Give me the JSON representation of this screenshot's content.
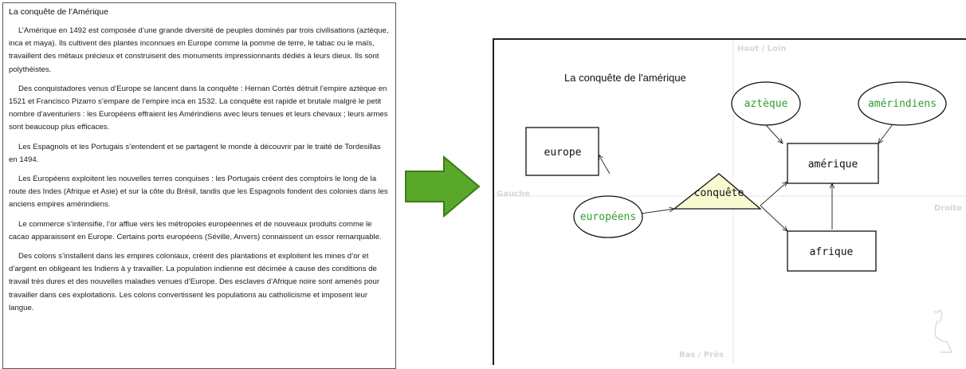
{
  "document": {
    "title": "La conquête de l’Amérique",
    "paragraphs": [
      "L’Amérique en 1492 est composée d’une grande diversité de peuples dominés par trois civilisations (aztèque, inca et maya). Ils cultivent des plantes inconnues en Europe comme la pomme de terre, le tabac ou le maïs, travaillent des métaux précieux et construisent des monuments impressionnants dédiés à leurs dieux. Ils sont polythéistes.",
      "Des conquistadores venus d’Europe se lancent dans la conquête : Hernan Cortès détruit l’empire aztèque en 1521 et Francisco Pizarro s’empare de l’empire inca en 1532. La conquête est rapide et brutale malgré le petit nombre d’aventuriers : les Européens effraient les Amérindiens avec leurs tenues et leurs chevaux ; leurs armes sont beaucoup plus efficaces.",
      "Les Espagnols et les Portugais s’entendent et se partagent le monde à découvrir par le traité de Tordesillas en 1494.",
      "Les Européens exploitent les nouvelles terres conquises : les Portugais créent des comptoirs le long de la route des Indes (Afrique et Asie) et sur la côte du Brésil, tandis que les Espagnols fondent des colonies dans les anciens empires amérindiens.",
      "Le commerce s’intensifie, l’or afflue vers les métropoles européennes et de nouveaux produits comme le cacao apparaissent en Europe. Certains ports européens (Séville, Anvers) connaissent un essor remarquable.",
      "Des colons s’installent dans les empires coloniaux, créent des plantations et exploitent les mines d’or et d’argent en obligeant les Indiens à y travailler. La population indienne est décimée à cause des conditions de travail très dures et des nouvelles maladies venues d’Europe. Des esclaves d’Afrique noire sont amenés pour travailler dans ces exploitations. Les colons convertissent les populations au catholicisme et imposent leur langue."
    ]
  },
  "arrow": {
    "color": "#5aa82a",
    "outline": "#3d7a1a",
    "icon": "right-arrow-icon"
  },
  "diagram": {
    "title": "La conquête de l'amérique",
    "axes": {
      "top": "Haut / Loin",
      "bottom": "Bas / Près",
      "left": "Gauche",
      "right": "Droite"
    },
    "entities": [
      "europe",
      "amérique",
      "afrique"
    ],
    "attributes": [
      "aztèque",
      "amérindiens",
      "européens"
    ],
    "relation": "conquête",
    "colors": {
      "attribute_text": "#2e9e2e",
      "relation_fill": "#fafad2",
      "axis": "#e4e4e4"
    }
  }
}
